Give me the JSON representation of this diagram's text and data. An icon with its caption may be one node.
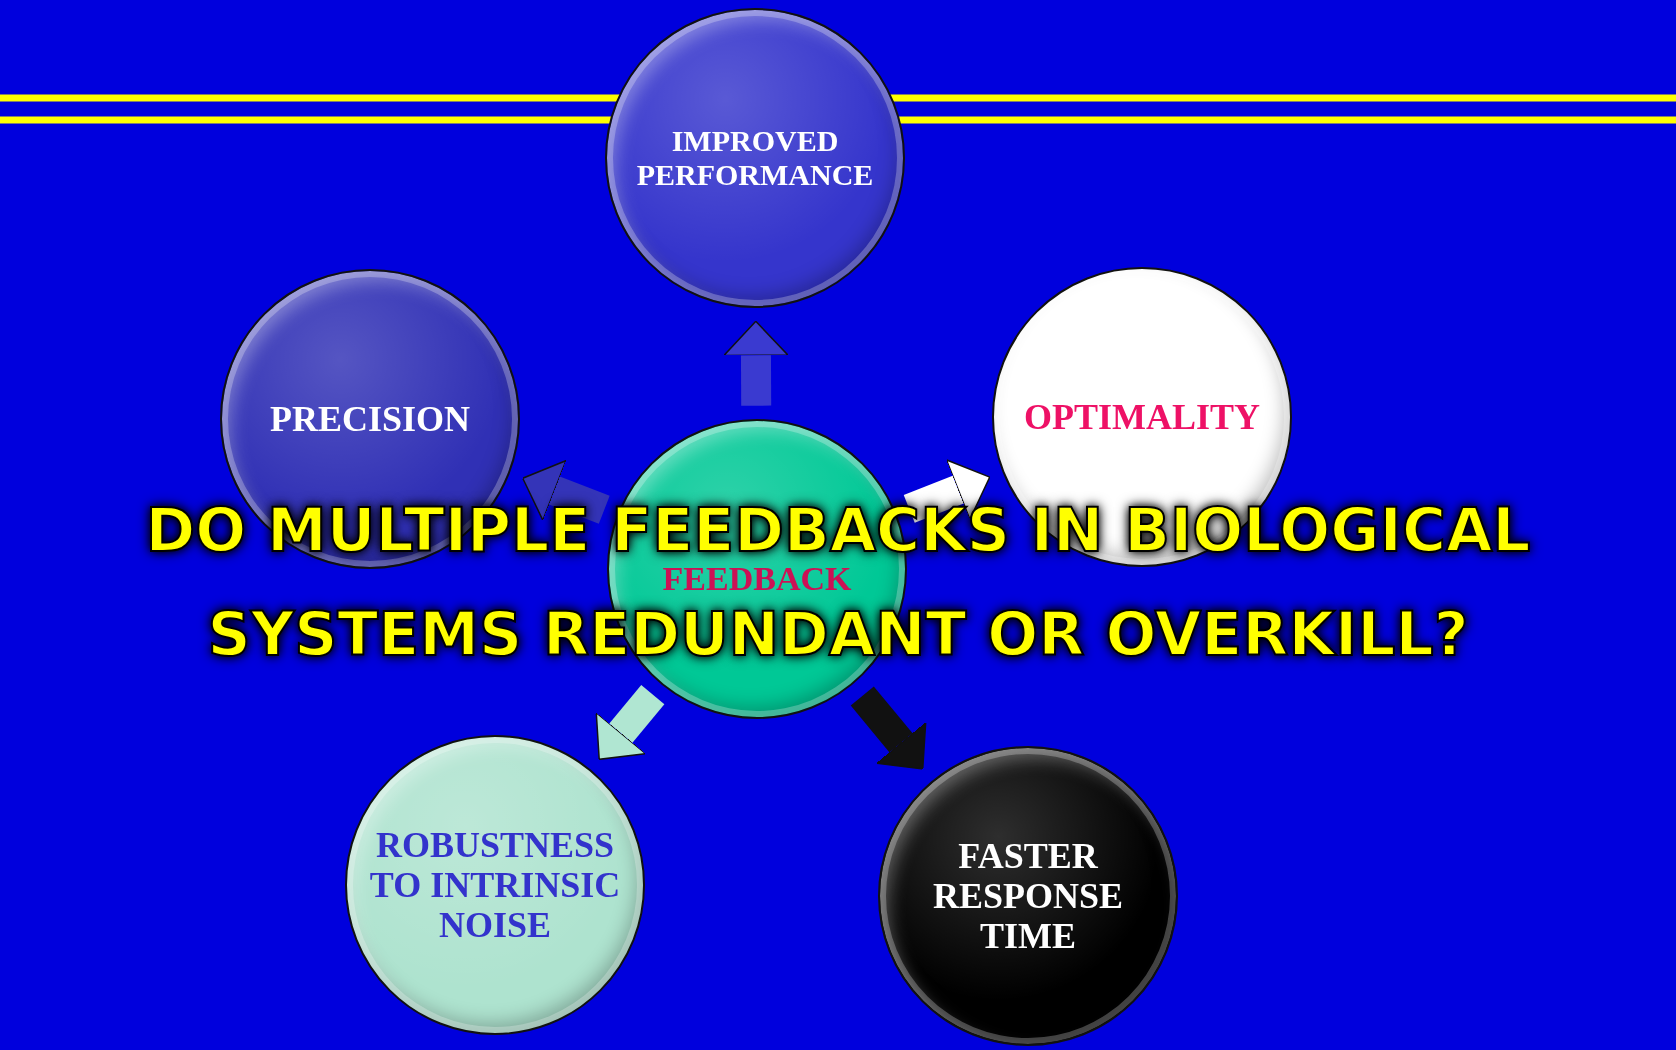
{
  "diagram": {
    "title": "DO MULTIPLE FEEDBACKS IN BIOLOGICAL SYSTEMS REDUNDANT OR OVERKILL?",
    "nodes": [
      {
        "text": [
          "IMPROVED PERFORMANCE"
        ]
      },
      {
        "text": [
          "PRECISION"
        ]
      },
      {
        "text": [
          "OPTIMALITY"
        ]
      },
      {
        "text": [
          "FEEDBACK"
        ]
      },
      {
        "text": [
          "ROBUSTNESS TO INTRINSIC NOISE"
        ]
      },
      {
        "text": [
          "FASTER RESPONSE TIME"
        ]
      }
    ],
    "edges": [
      {
        "from": 3,
        "to": 0,
        "arrow": "to",
        "color": "#3a3ad0"
      },
      {
        "from": 3,
        "to": 1,
        "arrow": "to",
        "color": "#3434b8"
      },
      {
        "from": 3,
        "to": 2,
        "arrow": "to",
        "color": "#ffffff"
      },
      {
        "from": 3,
        "to": 4,
        "arrow": "to",
        "color": "#b0e6d2"
      },
      {
        "from": 3,
        "to": 5,
        "arrow": "to",
        "color": "#111111"
      }
    ]
  }
}
